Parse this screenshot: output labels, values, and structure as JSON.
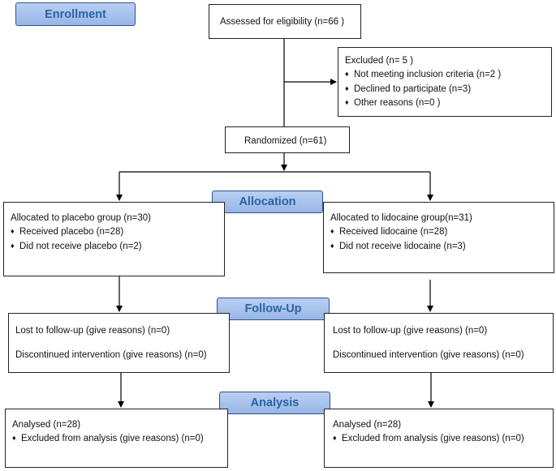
{
  "stages": {
    "enrollment": "Enrollment",
    "allocation": "Allocation",
    "follow_up": "Follow-Up",
    "analysis": "Analysis"
  },
  "bullet_glyph": "♦",
  "assessed": "Assessed for eligibility (n=66 )",
  "excluded": {
    "title": "Excluded  (n= 5 )",
    "items": [
      "Not meeting inclusion criteria (n=2 )",
      "Declined to participate (n=3)",
      "Other reasons (n=0 )"
    ]
  },
  "randomized": "Randomized (n=61)",
  "placebo_group": {
    "title": "Allocated to placebo group (n=30)",
    "items": [
      "Received placebo (n=28)",
      "Did not receive placebo (n=2)"
    ]
  },
  "lidocaine_group": {
    "title": "Allocated to lidocaine group(n=31)",
    "items": [
      "Received lidocaine (n=28)",
      "Did not receive lidocaine (n=3)"
    ]
  },
  "follow_up_left": {
    "lost": "Lost to follow-up (give reasons) (n=0)",
    "discontinued": "Discontinued intervention (give reasons) (n=0)"
  },
  "follow_up_right": {
    "lost": "Lost to follow-up (give reasons) (n=0)",
    "discontinued": "Discontinued intervention (give reasons) (n=0)"
  },
  "analysis_left": {
    "title": "Analysed  (n=28)",
    "items": [
      "Excluded from analysis (give reasons) (n=0)"
    ]
  },
  "analysis_right": {
    "title": "Analysed  (n=28)",
    "items": [
      "Excluded from analysis (give reasons) (n=0)"
    ]
  }
}
